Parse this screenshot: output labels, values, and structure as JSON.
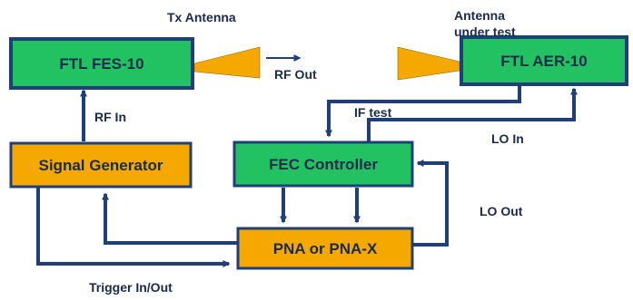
{
  "blocks": {
    "fes": "FTL FES-10",
    "aer": "FTL AER-10",
    "siggen": "Signal Generator",
    "fec": "FEC Controller",
    "pna": "PNA or PNA-X"
  },
  "labels": {
    "tx_antenna": "Tx Antenna",
    "antenna_under_test_line1": "Antenna",
    "antenna_under_test_line2": "under test",
    "rf_out": "RF Out",
    "rf_in": "RF In",
    "if_test": "IF test",
    "lo_in": "LO In",
    "lo_out": "LO Out",
    "trigger": "Trigger In/Out"
  },
  "colors": {
    "green_block": "#22c162",
    "orange_block": "#f5a800",
    "arrow": "#1f3f7a",
    "text": "#1a2a4a"
  }
}
